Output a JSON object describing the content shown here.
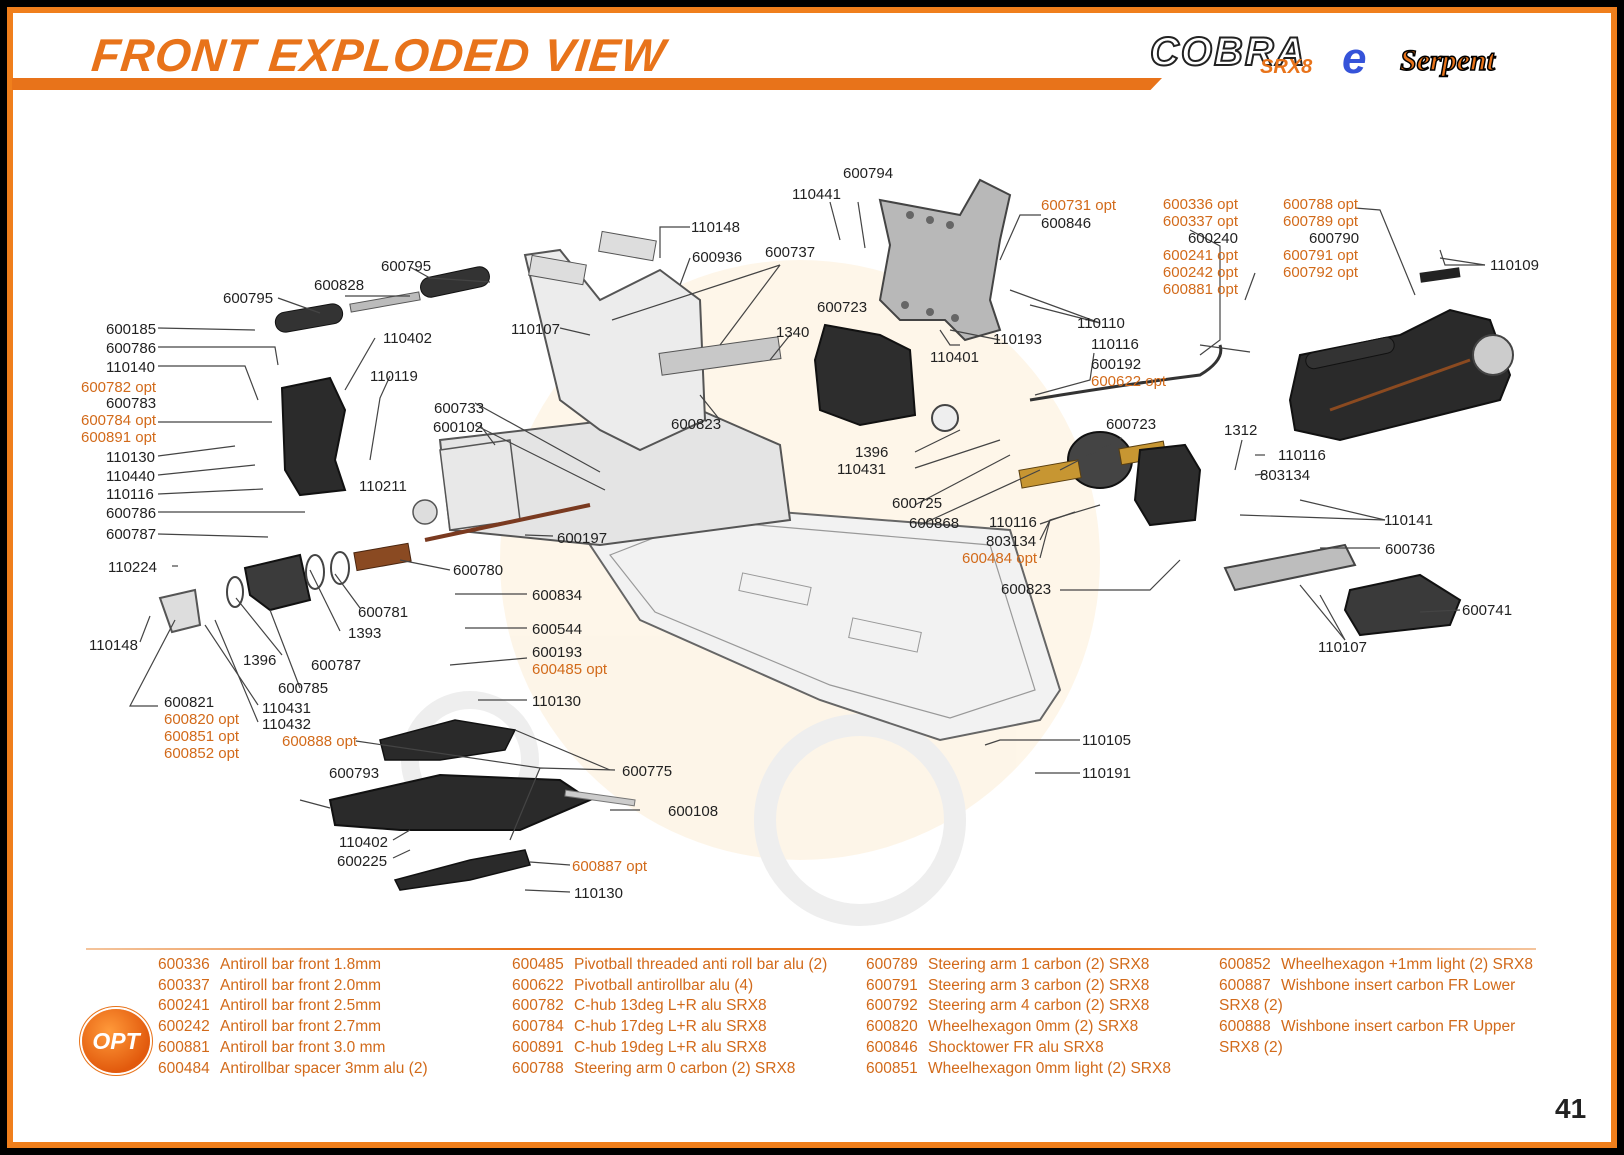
{
  "header": {
    "title": "FRONT EXPLODED VIEW",
    "logo_model": "COBRA",
    "logo_variant": "SRX8",
    "logo_suffix": "e",
    "logo_brand": "Serpent"
  },
  "colors": {
    "accent": "#e8731a",
    "option_text": "#d26a1a",
    "standard_text": "#222222"
  },
  "callouts": [
    {
      "text": "600794",
      "opt": false
    },
    {
      "text": "110441",
      "opt": false
    },
    {
      "text": "600731 opt",
      "opt": true
    },
    {
      "text": "600846",
      "opt": false
    },
    {
      "text": "110148",
      "opt": false
    },
    {
      "text": "600936",
      "opt": false
    },
    {
      "text": "600737",
      "opt": false
    },
    {
      "text": "600795",
      "opt": false
    },
    {
      "text": "600828",
      "opt": false
    },
    {
      "text": "600795",
      "opt": false
    },
    {
      "text": "600185",
      "opt": false
    },
    {
      "text": "600786",
      "opt": false
    },
    {
      "text": "110140",
      "opt": false
    },
    {
      "text": "600782 opt",
      "opt": true
    },
    {
      "text": "600783",
      "opt": false
    },
    {
      "text": "600784 opt",
      "opt": true
    },
    {
      "text": "600891 opt",
      "opt": true
    },
    {
      "text": "110130",
      "opt": false
    },
    {
      "text": "110440",
      "opt": false
    },
    {
      "text": "110116",
      "opt": false
    },
    {
      "text": "600786",
      "opt": false
    },
    {
      "text": "600787",
      "opt": false
    },
    {
      "text": "110224",
      "opt": false
    },
    {
      "text": "110148",
      "opt": false
    },
    {
      "text": "110402",
      "opt": false
    },
    {
      "text": "110119",
      "opt": false
    },
    {
      "text": "110211",
      "opt": false
    },
    {
      "text": "110107",
      "opt": false
    },
    {
      "text": "1340",
      "opt": false
    },
    {
      "text": "600723",
      "opt": false
    },
    {
      "text": "600733",
      "opt": false
    },
    {
      "text": "600102",
      "opt": false
    },
    {
      "text": "600823",
      "opt": false
    },
    {
      "text": "600197",
      "opt": false
    },
    {
      "text": "600780",
      "opt": false
    },
    {
      "text": "600781",
      "opt": false
    },
    {
      "text": "1393",
      "opt": false
    },
    {
      "text": "1396",
      "opt": false
    },
    {
      "text": "600787",
      "opt": false
    },
    {
      "text": "600785",
      "opt": false
    },
    {
      "text": "600821",
      "opt": false
    },
    {
      "text": "600820 opt",
      "opt": true
    },
    {
      "text": "600851 opt",
      "opt": true
    },
    {
      "text": "600852 opt",
      "opt": true
    },
    {
      "text": "110431",
      "opt": false
    },
    {
      "text": "110432",
      "opt": false
    },
    {
      "text": "600834",
      "opt": false
    },
    {
      "text": "600544",
      "opt": false
    },
    {
      "text": "600193",
      "opt": false
    },
    {
      "text": "600485 opt",
      "opt": true
    },
    {
      "text": "110130",
      "opt": false
    },
    {
      "text": "600888 opt",
      "opt": true
    },
    {
      "text": "600775",
      "opt": false
    },
    {
      "text": "600793",
      "opt": false
    },
    {
      "text": "600108",
      "opt": false
    },
    {
      "text": "110402",
      "opt": false
    },
    {
      "text": "600225",
      "opt": false
    },
    {
      "text": "600887 opt",
      "opt": true
    },
    {
      "text": "110130",
      "opt": false
    },
    {
      "text": "110105",
      "opt": false
    },
    {
      "text": "110191",
      "opt": false
    },
    {
      "text": "110110",
      "opt": false
    },
    {
      "text": "110193",
      "opt": false
    },
    {
      "text": "110401",
      "opt": false
    },
    {
      "text": "1396",
      "opt": false
    },
    {
      "text": "110431",
      "opt": false
    },
    {
      "text": "600336 opt",
      "opt": true
    },
    {
      "text": "600337 opt",
      "opt": true
    },
    {
      "text": "600240",
      "opt": false
    },
    {
      "text": "600241 opt",
      "opt": true
    },
    {
      "text": "600242 opt",
      "opt": true
    },
    {
      "text": "600881 opt",
      "opt": true
    },
    {
      "text": "110116",
      "opt": false
    },
    {
      "text": "600192",
      "opt": false
    },
    {
      "text": "600622 opt",
      "opt": true
    },
    {
      "text": "600723",
      "opt": false
    },
    {
      "text": "600725",
      "opt": false
    },
    {
      "text": "600868",
      "opt": false
    },
    {
      "text": "110116",
      "opt": false
    },
    {
      "text": "803134",
      "opt": false
    },
    {
      "text": "600484 opt",
      "opt": true
    },
    {
      "text": "600823",
      "opt": false
    },
    {
      "text": "600788 opt",
      "opt": true
    },
    {
      "text": "600789 opt",
      "opt": true
    },
    {
      "text": "600790",
      "opt": false
    },
    {
      "text": "600791 opt",
      "opt": true
    },
    {
      "text": "600792 opt",
      "opt": true
    },
    {
      "text": "110109",
      "opt": false
    },
    {
      "text": "1312",
      "opt": false
    },
    {
      "text": "110116",
      "opt": false
    },
    {
      "text": "803134",
      "opt": false
    },
    {
      "text": "110141",
      "opt": false
    },
    {
      "text": "600736",
      "opt": false
    },
    {
      "text": "600741",
      "opt": false
    },
    {
      "text": "110107",
      "opt": false
    }
  ],
  "legend": {
    "badge": "OPT",
    "columns": [
      [
        {
          "code": "600336",
          "desc": "Antiroll bar front 1.8mm"
        },
        {
          "code": "600337",
          "desc": "Antiroll bar front 2.0mm"
        },
        {
          "code": "600241",
          "desc": "Antiroll bar front 2.5mm"
        },
        {
          "code": "600242",
          "desc": "Antiroll bar front 2.7mm"
        },
        {
          "code": "600881",
          "desc": "Antiroll bar front 3.0 mm"
        },
        {
          "code": "600484",
          "desc": "Antirollbar spacer 3mm alu (2)"
        }
      ],
      [
        {
          "code": "600485",
          "desc": "Pivotball threaded anti roll bar alu (2)"
        },
        {
          "code": "600622",
          "desc": "Pivotball antirollbar alu (4)"
        },
        {
          "code": "600782",
          "desc": "C-hub 13deg L+R alu SRX8"
        },
        {
          "code": "600784",
          "desc": "C-hub 17deg L+R alu SRX8"
        },
        {
          "code": "600891",
          "desc": "C-hub 19deg L+R alu SRX8"
        },
        {
          "code": "600788",
          "desc": "Steering arm 0 carbon (2) SRX8"
        }
      ],
      [
        {
          "code": "600789",
          "desc": "Steering arm 1 carbon (2) SRX8"
        },
        {
          "code": "600791",
          "desc": "Steering arm 3 carbon (2) SRX8"
        },
        {
          "code": "600792",
          "desc": "Steering arm 4 carbon (2) SRX8"
        },
        {
          "code": "600820",
          "desc": "Wheelhexagon 0mm (2) SRX8"
        },
        {
          "code": "600846",
          "desc": "Shocktower FR alu SRX8"
        },
        {
          "code": "600851",
          "desc": "Wheelhexagon 0mm light (2) SRX8"
        }
      ],
      [
        {
          "code": "600852",
          "desc": "Wheelhexagon +1mm light (2) SRX8"
        },
        {
          "code": "600887",
          "desc": "Wishbone insert carbon FR Lower SRX8 (2)"
        },
        {
          "code": "600888",
          "desc": "Wishbone insert carbon FR Upper SRX8 (2)"
        }
      ]
    ]
  },
  "page_number": "41"
}
